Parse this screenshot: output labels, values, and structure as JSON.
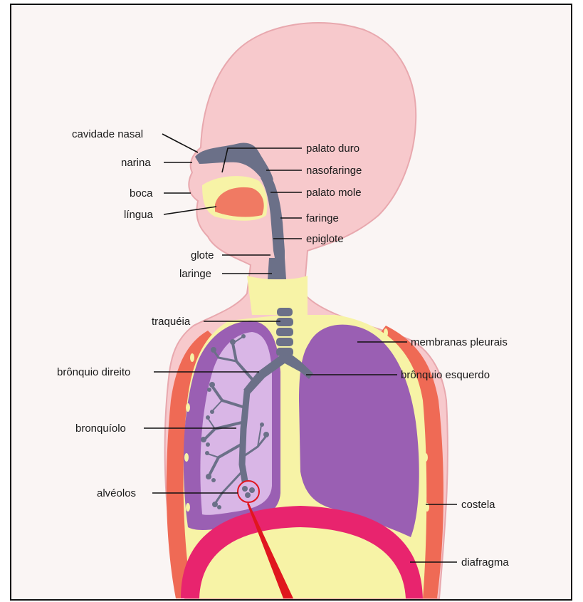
{
  "labels": {
    "cavidade_nasal": "cavidade nasal",
    "narina": "narina",
    "boca": "boca",
    "lingua": "língua",
    "glote": "glote",
    "laringe": "laringe",
    "traqueia": "traquéia",
    "bronquio_direito": "brônquio direito",
    "bronquiolo": "bronquíolo",
    "alveolos": "alvéolos",
    "palato_duro": "palato duro",
    "nasofaringe": "nasofaringe",
    "palato_mole": "palato mole",
    "faringe": "faringe",
    "epiglote": "epiglote",
    "membranas_pleurais": "membranas pleurais",
    "bronquio_esquerdo": "brônquio esquerdo",
    "costela": "costela",
    "diafragma": "diafragma"
  },
  "colors": {
    "skin": "#f7c9cc",
    "skin_outline": "#e8a8ae",
    "muscle": "#ef6a55",
    "pleura": "#f7f3a6",
    "lung": "#9a5fb3",
    "lung_inner": "#d9b6e6",
    "airway": "#6b7088",
    "diaphragm": "#e8246e",
    "tongue": "#f07a63",
    "artery": "#e0161e"
  }
}
